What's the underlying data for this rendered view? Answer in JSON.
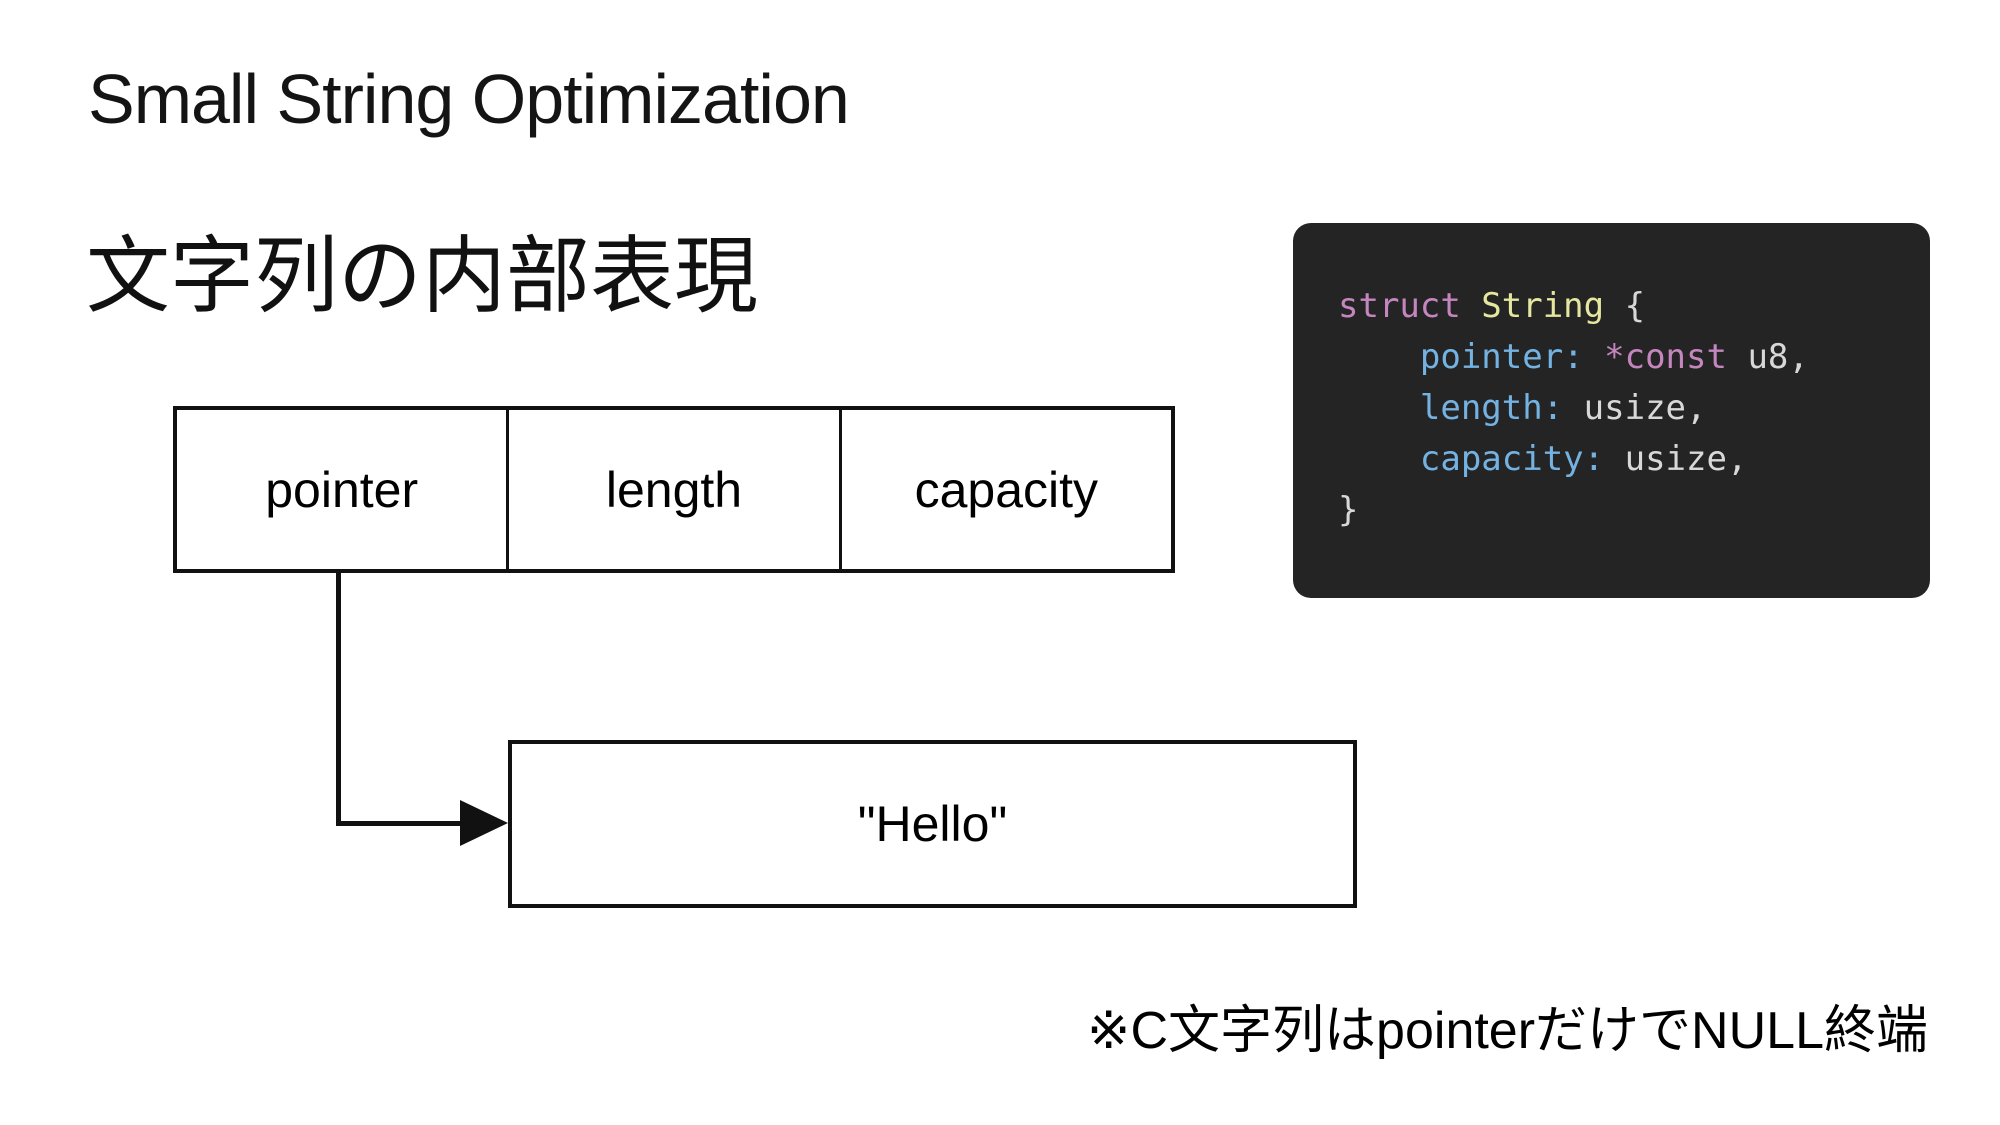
{
  "slide": {
    "title": "Small String Optimization",
    "heading": "文字列の内部表現",
    "footnote": "※C文字列はpointerだけでNULL終端",
    "background": "#ffffff",
    "text_color": "#141414"
  },
  "diagram": {
    "struct_fields": [
      "pointer",
      "length",
      "capacity"
    ],
    "heap_box_label": "\"Hello\"",
    "line_color": "#111111"
  },
  "code_block": {
    "language": "rust",
    "background": "#242424",
    "colors": {
      "keyword": "#c586c0",
      "type": "#e5e6a0",
      "property": "#74b2e2",
      "plain": "#d8d8d8"
    },
    "lines": [
      {
        "tokens": [
          {
            "c": "keyword",
            "t": "struct "
          },
          {
            "c": "type",
            "t": "String "
          },
          {
            "c": "plain",
            "t": "{"
          }
        ]
      },
      {
        "tokens": [
          {
            "c": "plain",
            "t": "    "
          },
          {
            "c": "property",
            "t": "pointer:"
          },
          {
            "c": "plain",
            "t": " "
          },
          {
            "c": "keyword",
            "t": "*const"
          },
          {
            "c": "plain",
            "t": " u8,"
          }
        ]
      },
      {
        "tokens": [
          {
            "c": "plain",
            "t": "    "
          },
          {
            "c": "property",
            "t": "length:"
          },
          {
            "c": "plain",
            "t": " usize,"
          }
        ]
      },
      {
        "tokens": [
          {
            "c": "plain",
            "t": "    "
          },
          {
            "c": "property",
            "t": "capacity:"
          },
          {
            "c": "plain",
            "t": " usize,"
          }
        ]
      },
      {
        "tokens": [
          {
            "c": "plain",
            "t": "}"
          }
        ]
      }
    ]
  }
}
